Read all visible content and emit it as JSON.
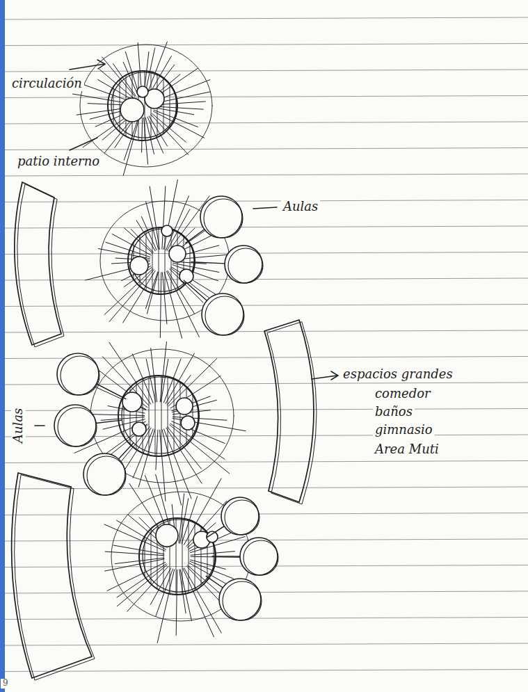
{
  "diagram": {
    "labels": [
      "circulación",
      "patio interno",
      "Aulas",
      "espacios grandes",
      "comedor",
      "baños",
      "gimnasio",
      "Area Muti",
      "Aulas",
      "9"
    ]
  }
}
